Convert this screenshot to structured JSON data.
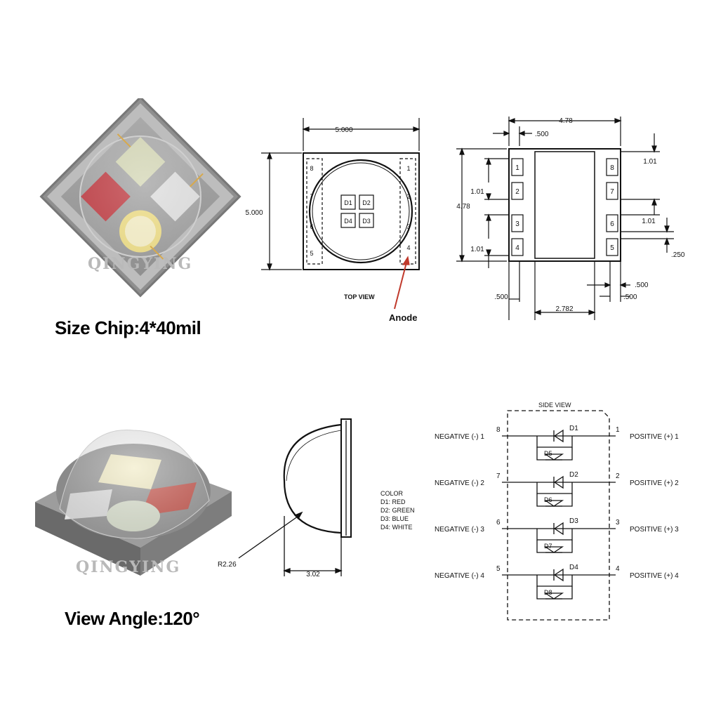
{
  "captions": {
    "chip_size": "Size Chip:4*40mil",
    "view_angle": "View Angle:120°"
  },
  "watermark": "QINGYING",
  "top_view": {
    "width_dim": "5.000",
    "height_dim": "5.000",
    "pins_left": [
      "8",
      "7",
      "6",
      "5"
    ],
    "pins_right": [
      "1",
      "2",
      "3",
      "4"
    ],
    "dies": [
      "D1",
      "D2",
      "D4",
      "D3"
    ],
    "label": "TOP VIEW",
    "anode_label": "Anode"
  },
  "pad_view": {
    "width_dim": "4.78",
    "height_dim": "4.78",
    "pad_offset": ".500",
    "pads_left": [
      "1",
      "2",
      "3",
      "4"
    ],
    "pads_right": [
      "8",
      "7",
      "6",
      "5"
    ],
    "pitch_left": "1.01",
    "pitch_left_2": "1.01",
    "pitch_right_top": "1.01",
    "pitch_right_bottom": "1.01",
    "edge_right": ".250",
    "bottom_left": ".500",
    "bottom_center": "2.782",
    "bottom_right_1": ".500",
    "bottom_right_2": ".500"
  },
  "lens_view": {
    "radius": "R2.26",
    "height": "3.02"
  },
  "color_legend": {
    "title": "COLOR",
    "items": [
      "D1: RED",
      "D2: GREEN",
      "D3: BLUE",
      "D4: WHITE"
    ]
  },
  "schematic": {
    "title": "SIDE VIEW",
    "channels": [
      {
        "neg_label": "NEGATIVE (-) 1",
        "neg_pin": "8",
        "pos_pin": "1",
        "pos_label": "POSITIVE (+) 1",
        "led": "D1",
        "tvs": "D5"
      },
      {
        "neg_label": "NEGATIVE (-) 2",
        "neg_pin": "7",
        "pos_pin": "2",
        "pos_label": "POSITIVE (+) 2",
        "led": "D2",
        "tvs": "D6"
      },
      {
        "neg_label": "NEGATIVE (-) 3",
        "neg_pin": "6",
        "pos_pin": "3",
        "pos_label": "POSITIVE (+) 3",
        "led": "D3",
        "tvs": "D7"
      },
      {
        "neg_label": "NEGATIVE (-) 4",
        "neg_pin": "5",
        "pos_pin": "4",
        "pos_label": "POSITIVE (+) 4",
        "led": "D4",
        "tvs": "D8"
      }
    ]
  }
}
